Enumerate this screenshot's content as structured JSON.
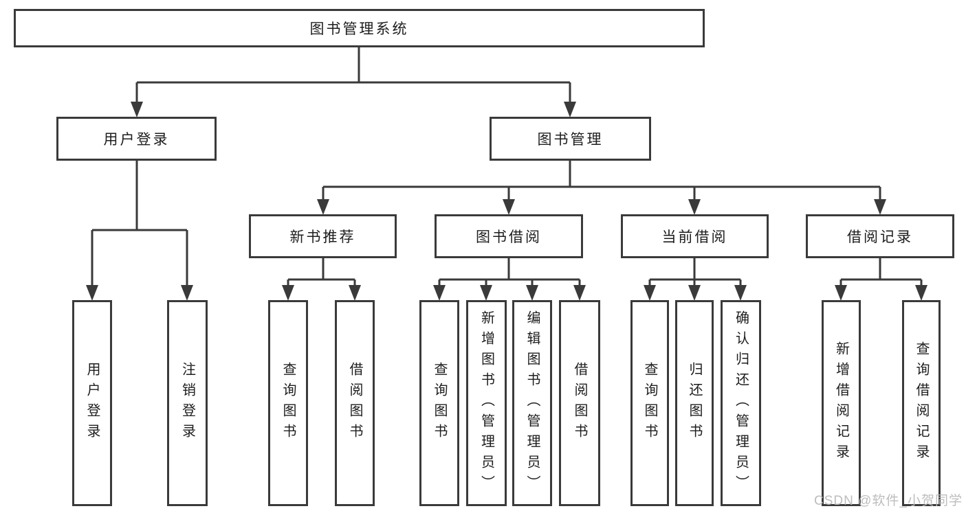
{
  "diagram": {
    "root": "图书管理系统",
    "level2": [
      "用户登录",
      "图书管理"
    ],
    "level3": [
      "新书推荐",
      "图书借阅",
      "当前借阅",
      "借阅记录"
    ],
    "leaves_user": [
      "用户登录",
      "注销登录"
    ],
    "leaves_recommend": [
      "查询图书",
      "借阅图书"
    ],
    "leaves_borrow": [
      "查询图书",
      "新增图书（管理员）",
      "编辑图书（管理员）",
      "借阅图书"
    ],
    "leaves_current": [
      "查询图书",
      "归还图书",
      "确认归还（管理员）"
    ],
    "leaves_records": [
      "新增借阅记录",
      "查询借阅记录"
    ]
  },
  "watermark": "CSDN @软件_小贺同学",
  "colors": {
    "line": "#3a3a3a",
    "text": "#1d1d1d",
    "background": "#ffffff",
    "watermark": "#b9b9b9"
  }
}
